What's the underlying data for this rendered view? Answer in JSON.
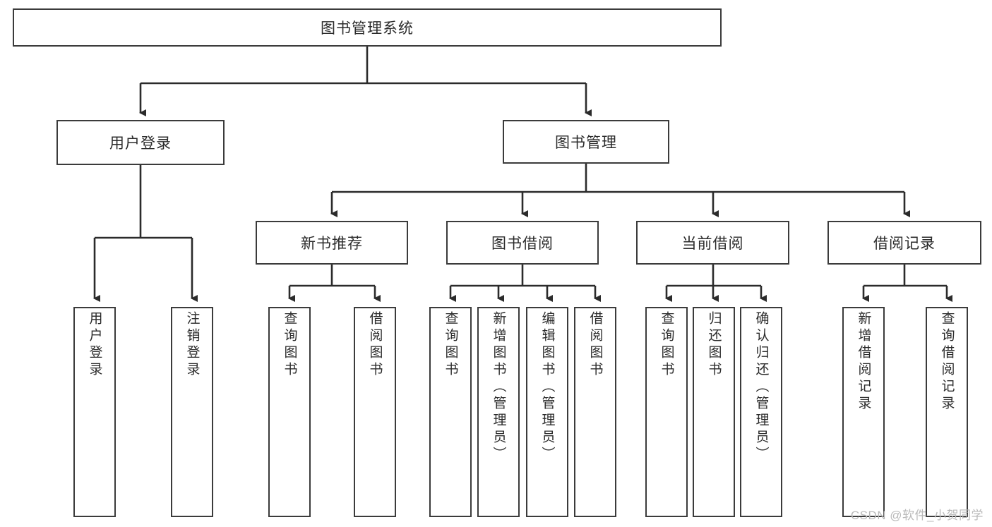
{
  "diagram": {
    "type": "hierarchy-tree",
    "title": "图书管理系统",
    "root": {
      "id": "root",
      "label": "图书管理系统"
    },
    "level1": [
      {
        "id": "user-login",
        "label": "用户登录"
      },
      {
        "id": "book-management",
        "label": "图书管理"
      }
    ],
    "level2": [
      {
        "id": "new-book-recommend",
        "label": "新书推荐",
        "parent": "book-management"
      },
      {
        "id": "book-borrow",
        "label": "图书借阅",
        "parent": "book-management"
      },
      {
        "id": "current-borrow",
        "label": "当前借阅",
        "parent": "book-management"
      },
      {
        "id": "borrow-record",
        "label": "借阅记录",
        "parent": "book-management"
      }
    ],
    "leaves": {
      "user_login": [
        {
          "id": "leaf-user-login",
          "label": "用户登录"
        },
        {
          "id": "leaf-logout-login",
          "label": "注销登录"
        }
      ],
      "new_book_recommend": [
        {
          "id": "leaf-query-book-1",
          "label": "查询图书"
        },
        {
          "id": "leaf-borrow-book-1",
          "label": "借阅图书"
        }
      ],
      "book_borrow": [
        {
          "id": "leaf-query-book-2",
          "label": "查询图书"
        },
        {
          "id": "leaf-add-book",
          "label": "新增图书（管理员）"
        },
        {
          "id": "leaf-edit-book",
          "label": "编辑图书（管理员）"
        },
        {
          "id": "leaf-borrow-book-2",
          "label": "借阅图书"
        }
      ],
      "current_borrow": [
        {
          "id": "leaf-query-book-3",
          "label": "查询图书"
        },
        {
          "id": "leaf-return-book",
          "label": "归还图书"
        },
        {
          "id": "leaf-confirm-return",
          "label": "确认归还（管理员）"
        }
      ],
      "borrow_record": [
        {
          "id": "leaf-add-record",
          "label": "新增借阅记录"
        },
        {
          "id": "leaf-query-record",
          "label": "查询借阅记录"
        }
      ]
    }
  },
  "watermark": {
    "text": "CSDN @软件_小贺同学"
  },
  "colors": {
    "stroke": "#3b3b3b",
    "background": "#ffffff",
    "text": "#2b2b2b",
    "watermark": "#b9b9b9"
  }
}
